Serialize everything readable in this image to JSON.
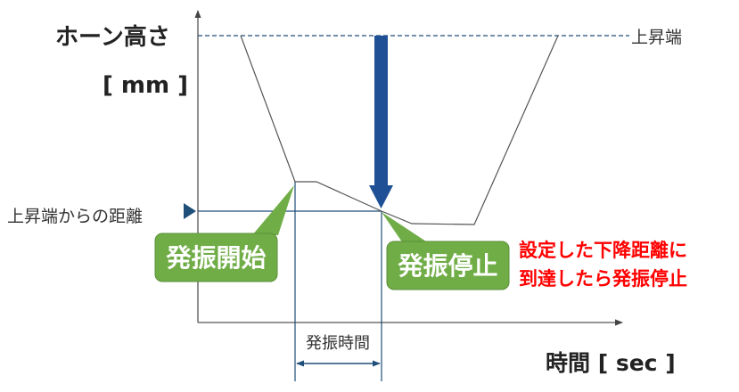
{
  "axes": {
    "y_label": "ホーン高さ",
    "y_unit": "[ mm ]",
    "x_label": "時間 [ sec ]"
  },
  "labels": {
    "top_end": "上昇端",
    "distance_from_top": "上昇端からの距離",
    "oscillation_time": "発振時間"
  },
  "callouts": {
    "start": "発振開始",
    "stop": "発振停止",
    "note_line1": "設定した下降距離に",
    "note_line2": "到達したら発振停止"
  },
  "colors": {
    "axis": "#555555",
    "guide": "#1f4e79",
    "arrow": "#1f5096",
    "callout_fill": "#70ad47",
    "callout_stroke": "#5a8f3a",
    "note": "#ff0000"
  }
}
